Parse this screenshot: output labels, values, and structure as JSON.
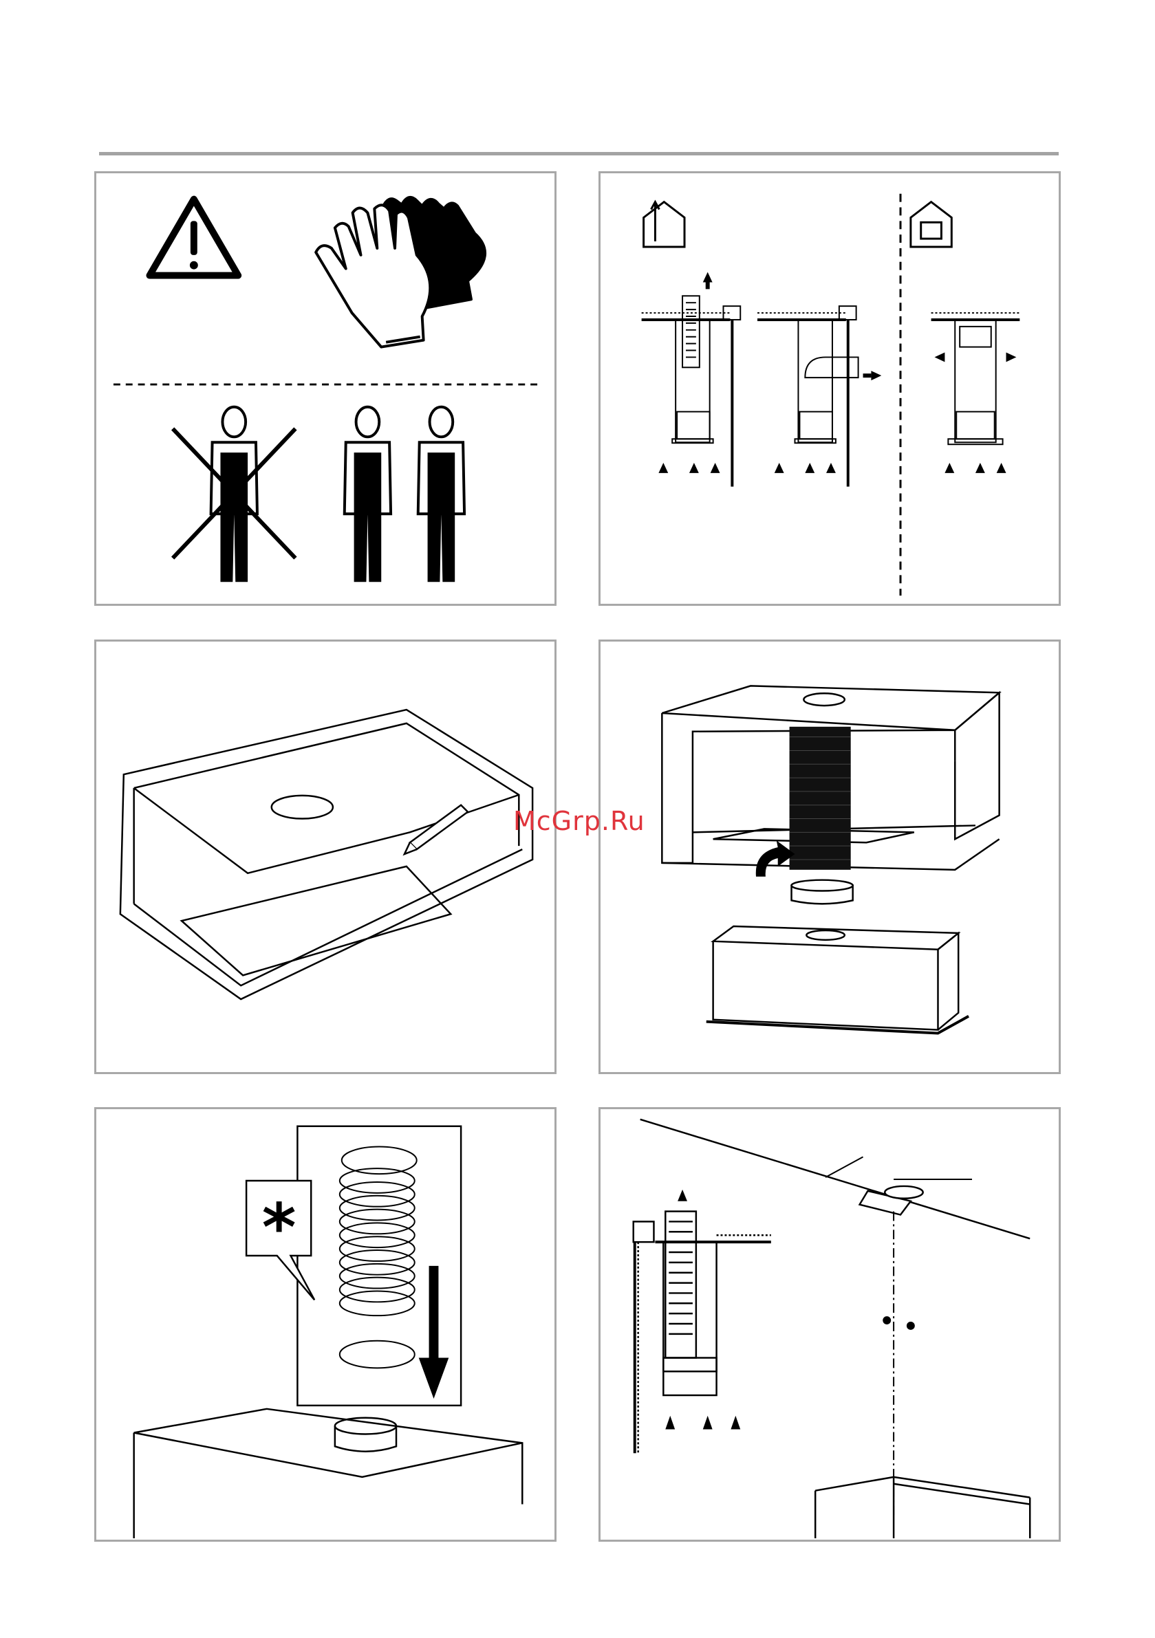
{
  "watermark": "McGrp.Ru",
  "colors": {
    "line": "#000000",
    "border": "#a8a8a8",
    "rule": "#a3a3a3",
    "watermark": "#e0343c"
  },
  "panels": [
    {
      "id": "safety",
      "icons": [
        "warning-triangle-icon",
        "protective-gloves-icon",
        "one-person-crossed-icon",
        "two-persons-icon"
      ]
    },
    {
      "id": "modes",
      "icons": [
        "ducted-house-icon",
        "recirculation-house-icon"
      ]
    },
    {
      "id": "cutout",
      "icons": [
        "cabinet-cutout-icon",
        "pencil-icon"
      ]
    },
    {
      "id": "connect-duct",
      "icons": [
        "cabinet-duct-icon",
        "hood-unit-icon",
        "rotate-arrow-icon"
      ]
    },
    {
      "id": "duct-clamps",
      "icons": [
        "asterisk-callout-icon",
        "flex-duct-icon",
        "down-arrow-icon"
      ]
    },
    {
      "id": "ceiling-mount",
      "icons": [
        "ceiling-bracket-icon",
        "wall-duct-icon",
        "screws-icon"
      ]
    }
  ],
  "callout_symbol": "*"
}
